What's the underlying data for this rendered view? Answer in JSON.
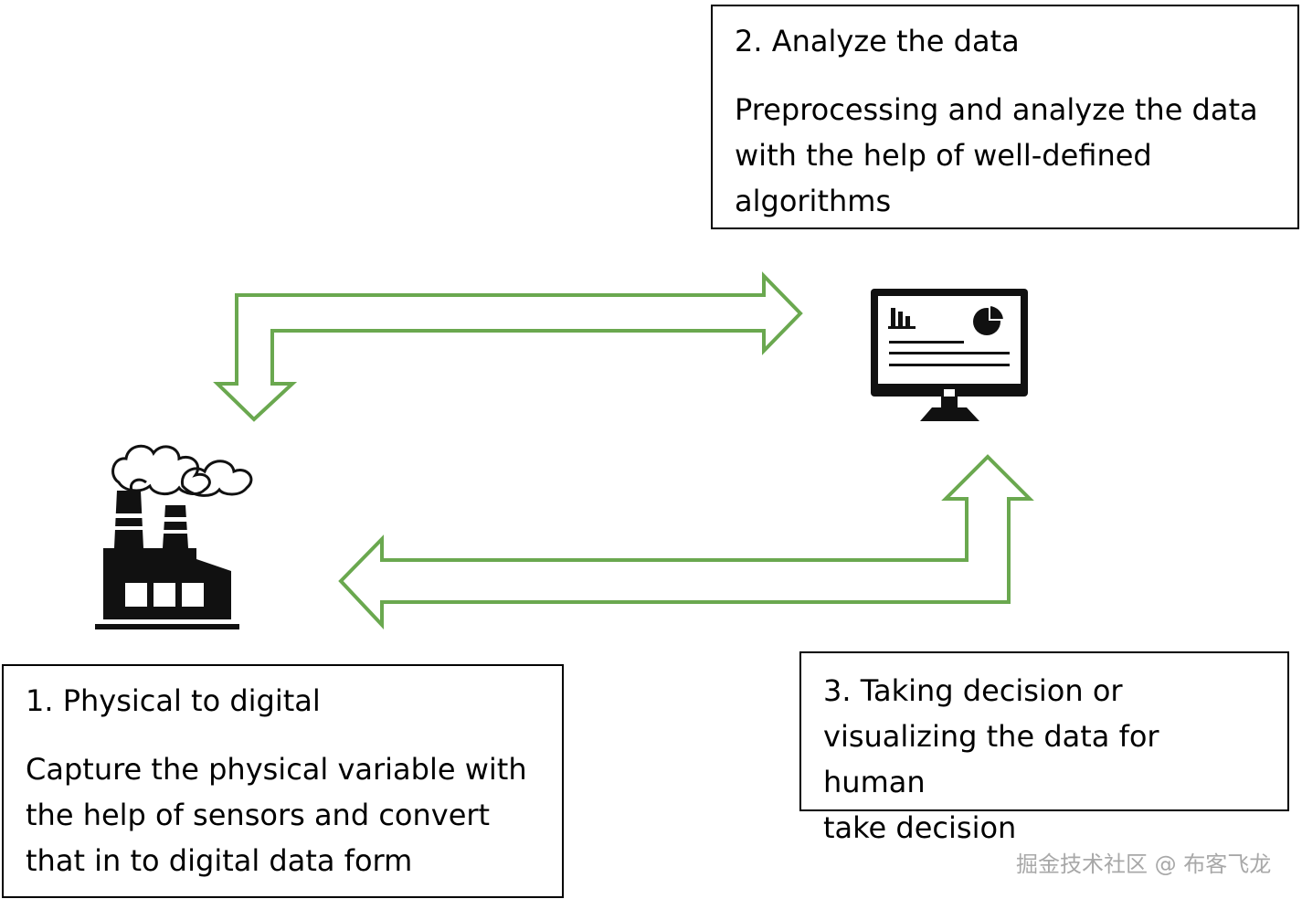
{
  "steps": {
    "analyze": {
      "title": "2. Analyze the data",
      "body": "Preprocessing and analyze the data\nwith the help of well-defined\nalgorithms"
    },
    "physical": {
      "title": "1. Physical to digital",
      "body": "Capture the physical variable with\nthe help of sensors and convert\nthat in to digital data form"
    },
    "decision": {
      "title": "3. Taking decision or\nvisualizing the data for human\ntake decision"
    }
  },
  "watermark": "掘金技术社区 @ 布客飞龙",
  "colors": {
    "arrow": "#6aa84f",
    "box_border": "#000000",
    "icon": "#111111"
  },
  "icons": [
    "factory-icon",
    "computer-monitor-icon"
  ]
}
